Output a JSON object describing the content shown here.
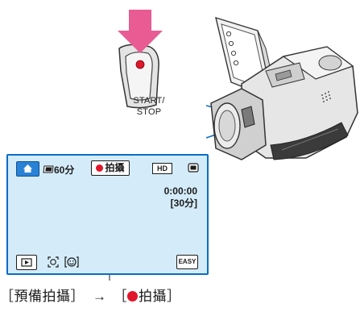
{
  "callout": {
    "button_label_line1": "START/",
    "button_label_line2": "STOP"
  },
  "lcd": {
    "battery_text": "60分",
    "record_button_label": "拍攝",
    "hd_badge": "HD",
    "timecode": "0:00:00",
    "remaining": "[30分]",
    "easy_label": "EASY"
  },
  "caption": {
    "left_open": "［",
    "left_text": "預備拍攝",
    "left_close": "］",
    "arrow": "→",
    "right_open": "［",
    "right_text": "拍攝",
    "right_close": "］"
  },
  "colors": {
    "accent_blue": "#0a6cc8",
    "lcd_background": "#d4ecf9",
    "record_red": "#e0162b",
    "press_arrow_pink": "#e85b93"
  }
}
